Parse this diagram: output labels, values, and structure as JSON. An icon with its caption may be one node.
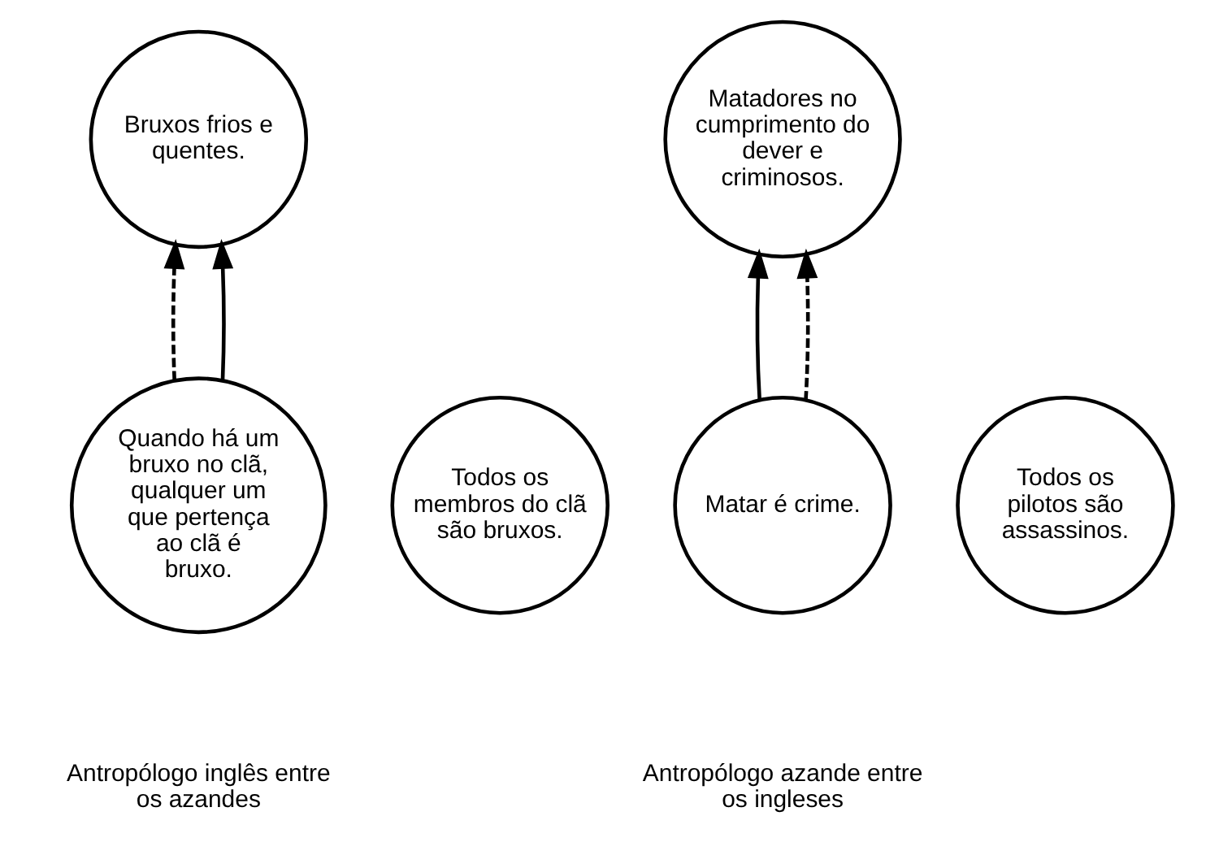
{
  "diagram": {
    "nodes": [
      {
        "text": [
          "Bruxos frios e quentes."
        ]
      },
      {
        "text": [
          "Quando há um bruxo no clã, qualquer um que pertença ao clã é bruxo."
        ]
      },
      {
        "text": [
          "Todos os membros do clã são bruxos."
        ]
      },
      {
        "text": [
          "Matadores no cumprimento do dever e criminosos."
        ]
      },
      {
        "text": [
          "Todos os pilotos são assassinos."
        ]
      },
      {
        "text": [
          "Matar é crime."
        ]
      }
    ],
    "edges": [
      {
        "from": 1,
        "to": 0,
        "arrow": "to",
        "style": "dashed"
      },
      {
        "from": 1,
        "to": 0,
        "arrow": "to"
      },
      {
        "from": 5,
        "to": 3,
        "arrow": "to"
      },
      {
        "from": 5,
        "to": 3,
        "arrow": "to",
        "style": "dashed"
      }
    ],
    "labels": [
      "Antropólogo inglês entre os azandes",
      "Antropólogo azande entre os ingleses"
    ]
  }
}
